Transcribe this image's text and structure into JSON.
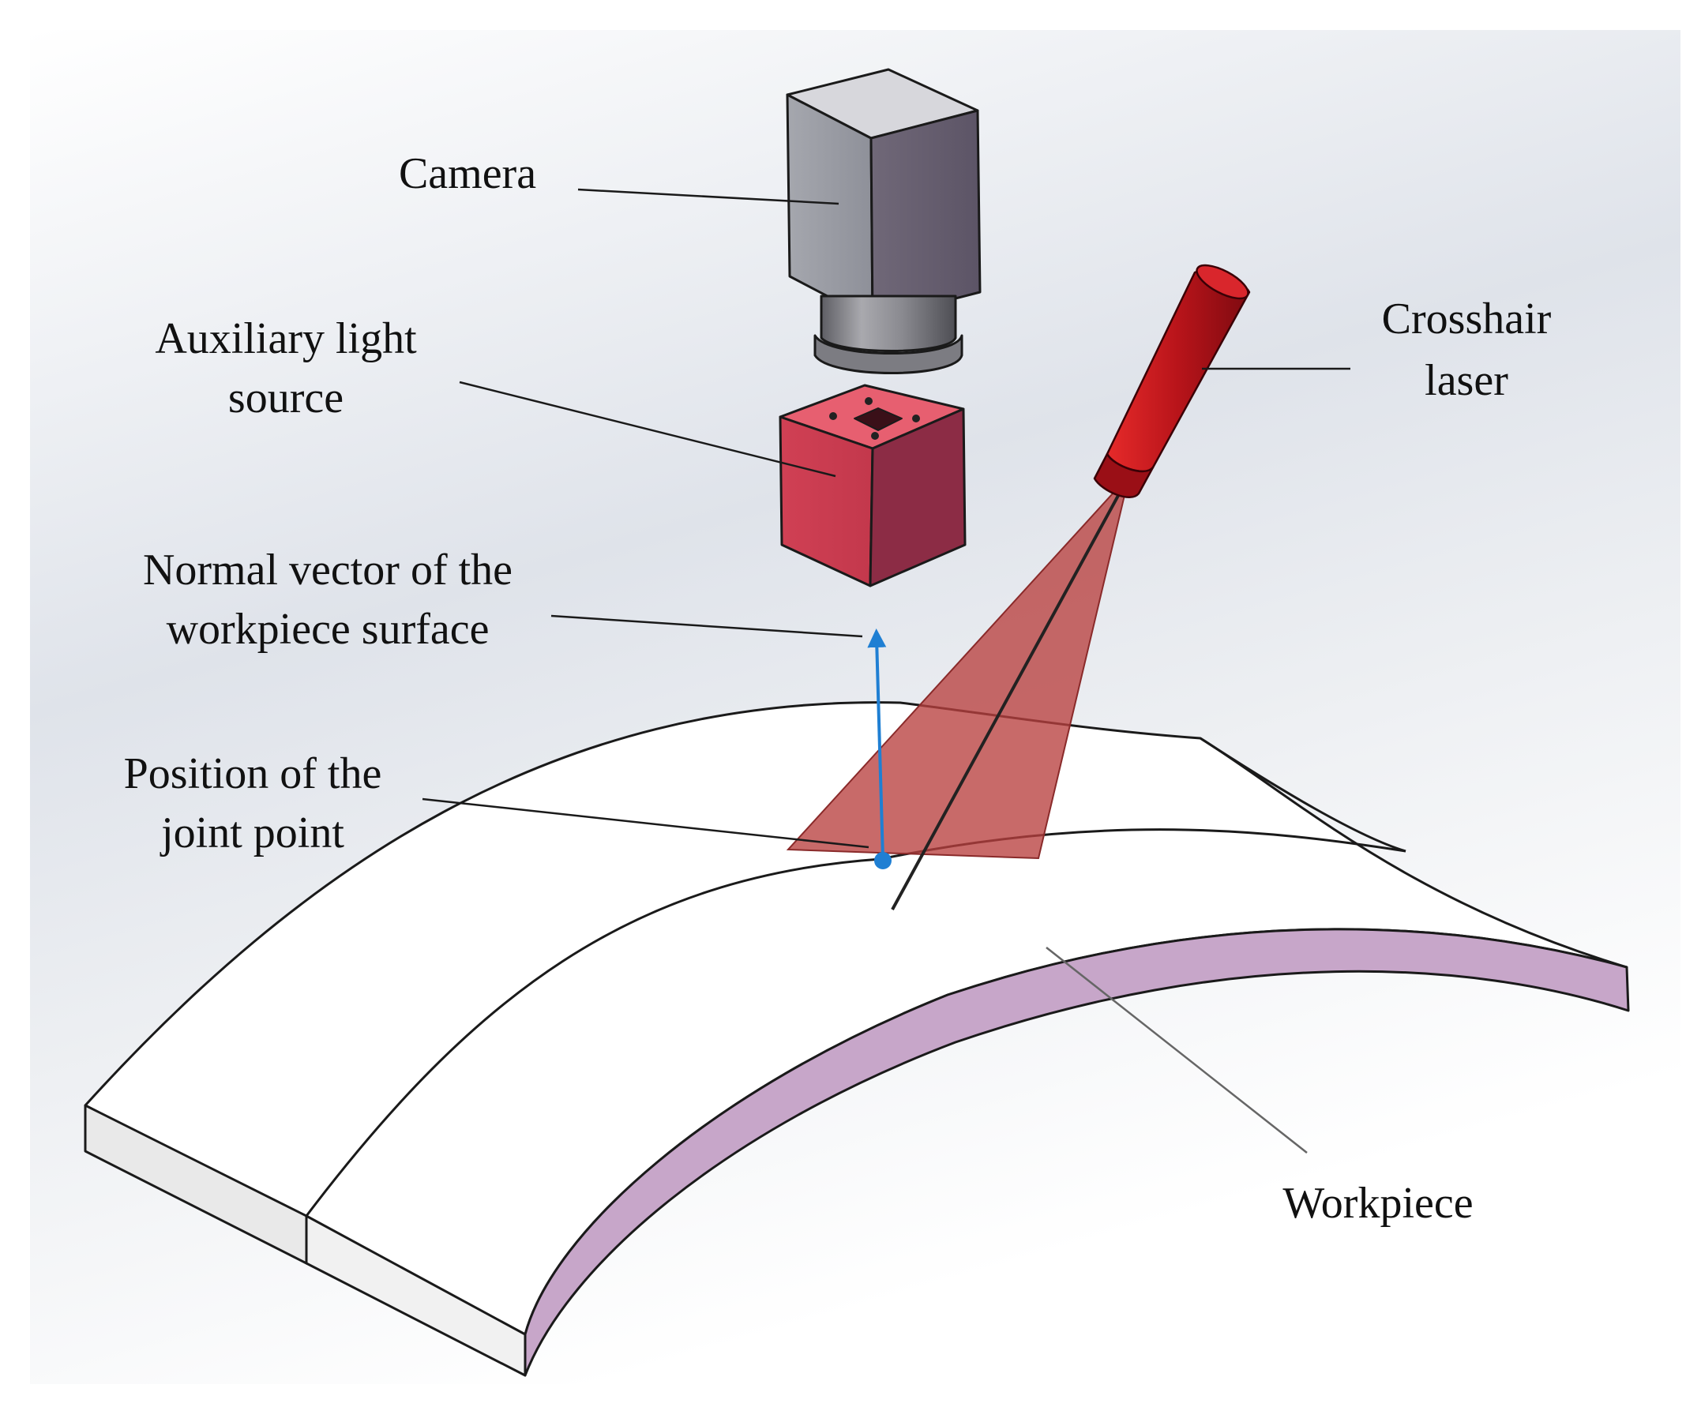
{
  "labels": {
    "camera": "Camera",
    "aux_light_line1": "Auxiliary light",
    "aux_light_line2": "source",
    "crosshair_line1": "Crosshair",
    "crosshair_line2": "laser",
    "normal_line1": "Normal vector of the",
    "normal_line2": "workpiece surface",
    "joint_line1": "Position of the",
    "joint_line2": "joint point",
    "workpiece": "Workpiece"
  },
  "colors": {
    "camera_body": "#8d8d99",
    "aux_light": "#c8394e",
    "laser": "#c0191e",
    "laser_plane": "#b8403f",
    "normal_vector": "#1f7fd3",
    "workpiece_edge": "#c7a6c9"
  }
}
